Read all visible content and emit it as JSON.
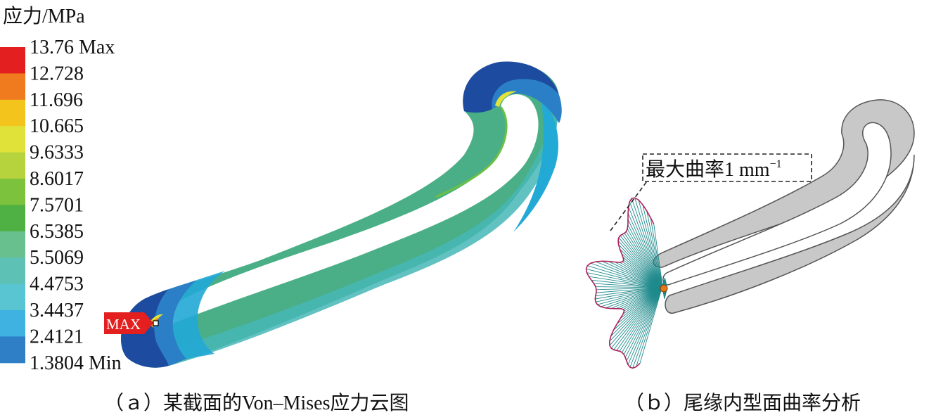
{
  "legend": {
    "title": "应力/MPa",
    "entries": [
      "13.76 Max",
      "12.728",
      "11.696",
      "10.665",
      "9.6333",
      "8.6017",
      "7.5701",
      "6.5385",
      "5.5069",
      "4.4753",
      "3.4437",
      "2.4121",
      "1.3804 Min"
    ],
    "colors": [
      "#e31f1f",
      "#f07a1e",
      "#f2c41c",
      "#e0e23a",
      "#b6d23c",
      "#7cc23c",
      "#4fb044",
      "#68c08e",
      "#5ec1b5",
      "#59c5d2",
      "#3fb2e1",
      "#2f7fc7",
      "#1f4ea6"
    ]
  },
  "max_tag": {
    "label": "MAX"
  },
  "annotation": {
    "prefix": "最大曲率1 mm",
    "superscript": "−1"
  },
  "captions": {
    "a": "（ａ）某截面的Von–Mises应力云图",
    "b": "（ｂ）尾缘内型面曲率分析"
  },
  "colors": {
    "blade_body": "#4aaf86",
    "inner_band": "#45b7b6",
    "dark_blue": "#1c4b9f",
    "blue": "#2a7fc6",
    "cyan": "#22a9d6",
    "green": "#6cbf45",
    "yellow": "#e1e23a",
    "red": "#e31f1f",
    "gray_section": "#c8c8c8",
    "comb_line": "#1f8a8c",
    "envelope": "#b0205a",
    "marker": "#e2781e"
  }
}
